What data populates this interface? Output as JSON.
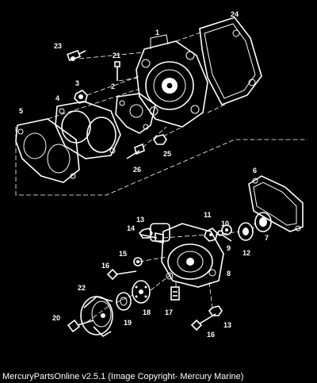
{
  "caption": "MercuryPartsOnline v2.5.1 (Image Copyright- Mercury Marine)",
  "callouts": {
    "c1": "1",
    "c2": "2",
    "c3": "3",
    "c4": "4",
    "c5": "5",
    "c6": "6",
    "c7": "7",
    "c8": "8",
    "c9": "9",
    "c10": "10",
    "c11": "11",
    "c12": "12",
    "c13a": "13",
    "c13b": "13",
    "c14": "14",
    "c15": "15",
    "c16a": "16",
    "c16b": "16",
    "c17": "17",
    "c18": "18",
    "c19": "19",
    "c20": "20",
    "c21": "21",
    "c22": "22",
    "c23": "23",
    "c24": "24",
    "c25": "25",
    "c26": "26"
  }
}
